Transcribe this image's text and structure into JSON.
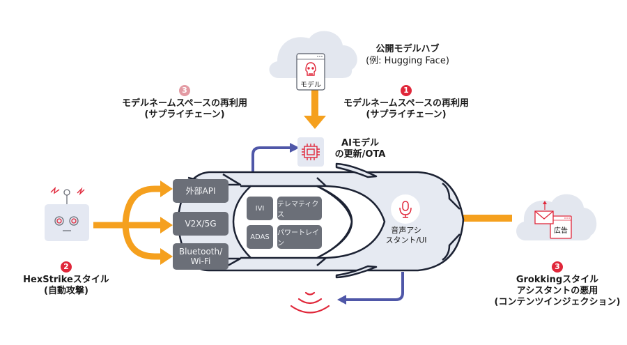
{
  "hub": {
    "title": "公開モデルハブ",
    "subtitle": "(例: Hugging Face)",
    "card_label": "モデル"
  },
  "attacks": [
    {
      "badge": "3",
      "line1": "モデルネームスペースの再利用",
      "line2": "(サプライチェーン)",
      "badge_color": "#e39aa3"
    },
    {
      "badge": "1",
      "line1": "モデルネームスペースの再利用",
      "line2": "(サプライチェーン)",
      "badge_color": "#e0273a"
    },
    {
      "badge": "2",
      "line1": "HexStrikeスタイル",
      "line2": "(自動攻撃)",
      "badge_color": "#e0273a"
    },
    {
      "badge": "3",
      "line1": "Grokkingスタイル",
      "line2": "アシスタントの悪用",
      "line3": "(コンテンツインジェクション)",
      "badge_color": "#e0273a"
    }
  ],
  "ota": {
    "line1": "AIモデル",
    "line2": "の更新/OTA"
  },
  "interfaces": [
    {
      "label": "外部API"
    },
    {
      "label": "V2X/5G"
    },
    {
      "label": "Bluetooth/\nWi-Fi",
      "line1": "Bluetooth/",
      "line2": "Wi-Fi"
    }
  ],
  "ecus": [
    {
      "label": "IVI"
    },
    {
      "label": "テレマティクス"
    },
    {
      "label": "ADAS"
    },
    {
      "label": "パワートレイン"
    }
  ],
  "voice": {
    "line1": "音声アシ",
    "line2": "スタント/UI"
  },
  "ad": {
    "label": "広告"
  },
  "colors": {
    "attack_arrow": "#f5a01e",
    "data_arrow": "#4f57a8",
    "accent_red": "#e0273a",
    "cloud": "#e3e7ef",
    "car_body": "#e6eaf2",
    "car_outline": "#1c2233",
    "component": "#6b6f78"
  }
}
